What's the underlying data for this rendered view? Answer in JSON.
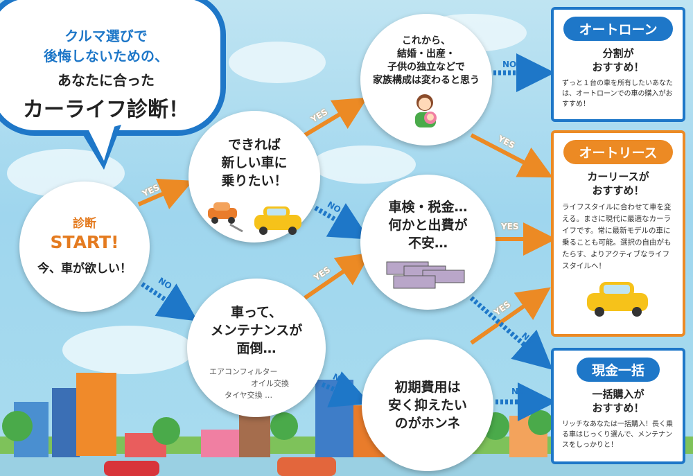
{
  "title_bubble": {
    "line1": "クルマ選びで",
    "line2": "後悔しないための、",
    "line3": "あなたに合った",
    "line4": "カーライフ診断！"
  },
  "start": {
    "label": "診断",
    "big": "START!",
    "question": "今、車が欲しい！"
  },
  "q_new_car": [
    "できれば",
    "新しい車に",
    "乗りたい！"
  ],
  "q_maintenance": [
    "車って、",
    "メンテナンスが",
    "面倒…"
  ],
  "maintenance_notes": [
    "エアコンフィルター",
    "オイル交換",
    "タイヤ交換 …"
  ],
  "q_family": [
    "これから、",
    "結婚・出産・",
    "子供の独立などで",
    "家族構成は変わると思う"
  ],
  "q_costs": [
    "車検・税金…",
    "何かと出費が",
    "不安…"
  ],
  "q_initial": [
    "初期費用は",
    "安く抑えたい",
    "のがホンネ"
  ],
  "labels": {
    "yes": "YES",
    "no": "NO"
  },
  "results": {
    "auto_loan": {
      "title": "オートローン",
      "head": [
        "分割が",
        "おすすめ！"
      ],
      "body": "ずっと１台の車を所有したいあなたは、オートローンでの車の購入がおすすめ！"
    },
    "auto_lease": {
      "title": "オートリース",
      "head": [
        "カーリースが",
        "おすすめ！"
      ],
      "body": "ライフスタイルに合わせて車を変える。まさに現代に最適なカーライフです。常に最新モデルの車に乗ることも可能。選択の自由がもたらす、よりアクティブなライフスタイルへ！"
    },
    "cash": {
      "title": "現金一括",
      "head": [
        "一括購入が",
        "おすすめ！"
      ],
      "body": "リッチなあなたは一括購入！長く乗る車はじっくり選んで、メンテナンスをしっかりと！"
    }
  },
  "colors": {
    "blue": "#1e77c8",
    "orange": "#ec8a24",
    "sky": "#a9dcef"
  }
}
